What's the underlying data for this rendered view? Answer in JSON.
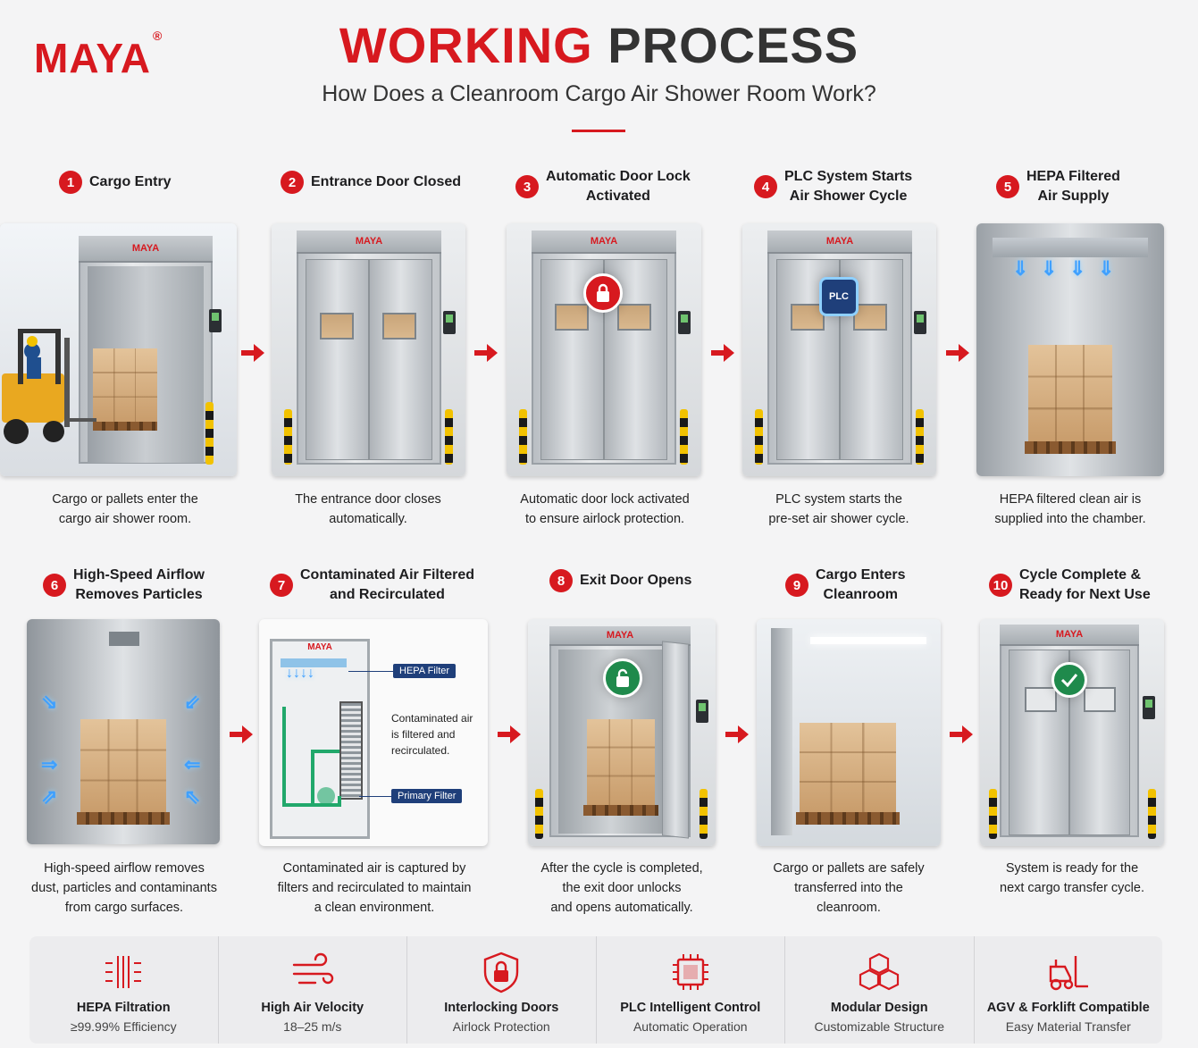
{
  "brand": {
    "logo_text": "MAYA",
    "registered_mark": "®"
  },
  "header": {
    "title_red": "WORKING",
    "title_dark": "PROCESS",
    "subtitle": "How Does a Cleanroom Cargo Air Shower Room Work?"
  },
  "steps": [
    {
      "number": "1",
      "title_lines": [
        "Cargo Entry"
      ],
      "caption_lines": [
        "Cargo or pallets enter the",
        "cargo air shower room."
      ]
    },
    {
      "number": "2",
      "title_lines": [
        "Entrance Door Closed"
      ],
      "caption_lines": [
        "The entrance door closes",
        "automatically."
      ]
    },
    {
      "number": "3",
      "title_lines": [
        "Automatic Door Lock",
        "Activated"
      ],
      "caption_lines": [
        "Automatic door lock activated",
        "to ensure airlock protection."
      ]
    },
    {
      "number": "4",
      "title_lines": [
        "PLC System Starts",
        "Air Shower Cycle"
      ],
      "caption_lines": [
        "PLC system starts the",
        "pre-set air shower cycle."
      ]
    },
    {
      "number": "5",
      "title_lines": [
        "HEPA Filtered",
        "Air Supply"
      ],
      "caption_lines": [
        "HEPA filtered clean air is",
        "supplied into the chamber."
      ]
    },
    {
      "number": "6",
      "title_lines": [
        "High-Speed Airflow",
        "Removes Particles"
      ],
      "caption_lines": [
        "High-speed airflow removes",
        "dust, particles and contaminants",
        "from cargo surfaces."
      ]
    },
    {
      "number": "7",
      "title_lines": [
        "Contaminated Air Filtered",
        "and Recirculated"
      ],
      "caption_lines": [
        "Contaminated air is captured by",
        "filters and recirculated to maintain",
        "a clean environment."
      ]
    },
    {
      "number": "8",
      "title_lines": [
        "Exit Door Opens"
      ],
      "caption_lines": [
        "After the cycle is completed,",
        "the exit door unlocks",
        "and opens automatically."
      ]
    },
    {
      "number": "9",
      "title_lines": [
        "Cargo Enters",
        "Cleanroom"
      ],
      "caption_lines": [
        "Cargo or pallets are safely",
        "transferred into the",
        "cleanroom."
      ]
    },
    {
      "number": "10",
      "title_lines": [
        "Cycle Complete &",
        "Ready for Next Use"
      ],
      "caption_lines": [
        "System is ready for the",
        "next cargo transfer cycle."
      ]
    }
  ],
  "scene_labels": {
    "cabin_brand": "MAYA",
    "plc_badge": "PLC",
    "hepa_filter": "HEPA Filter",
    "primary_filter": "Primary Filter",
    "recirc_note_lines": [
      "Contaminated air",
      "is filtered and",
      "recirculated."
    ]
  },
  "features": [
    {
      "icon": "hepa-filtration-icon",
      "label": "HEPA Filtration",
      "sub": "≥99.99% Efficiency"
    },
    {
      "icon": "air-velocity-icon",
      "label": "High Air Velocity",
      "sub": "18–25 m/s"
    },
    {
      "icon": "interlock-shield-icon",
      "label": "Interlocking Doors",
      "sub": "Airlock Protection"
    },
    {
      "icon": "plc-chip-icon",
      "label": "PLC Intelligent Control",
      "sub": "Automatic Operation"
    },
    {
      "icon": "modular-cubes-icon",
      "label": "Modular Design",
      "sub": "Customizable Structure"
    },
    {
      "icon": "forklift-icon",
      "label": "AGV & Forklift Compatible",
      "sub": "Easy Material Transfer"
    }
  ],
  "colors": {
    "accent": "#d7191f",
    "dark": "#333333",
    "lock_red": "#d7191f",
    "unlock_green": "#1f8a4c",
    "plc_blue": "#1f3f7a",
    "airflow_blue": "#3fa0ff"
  }
}
